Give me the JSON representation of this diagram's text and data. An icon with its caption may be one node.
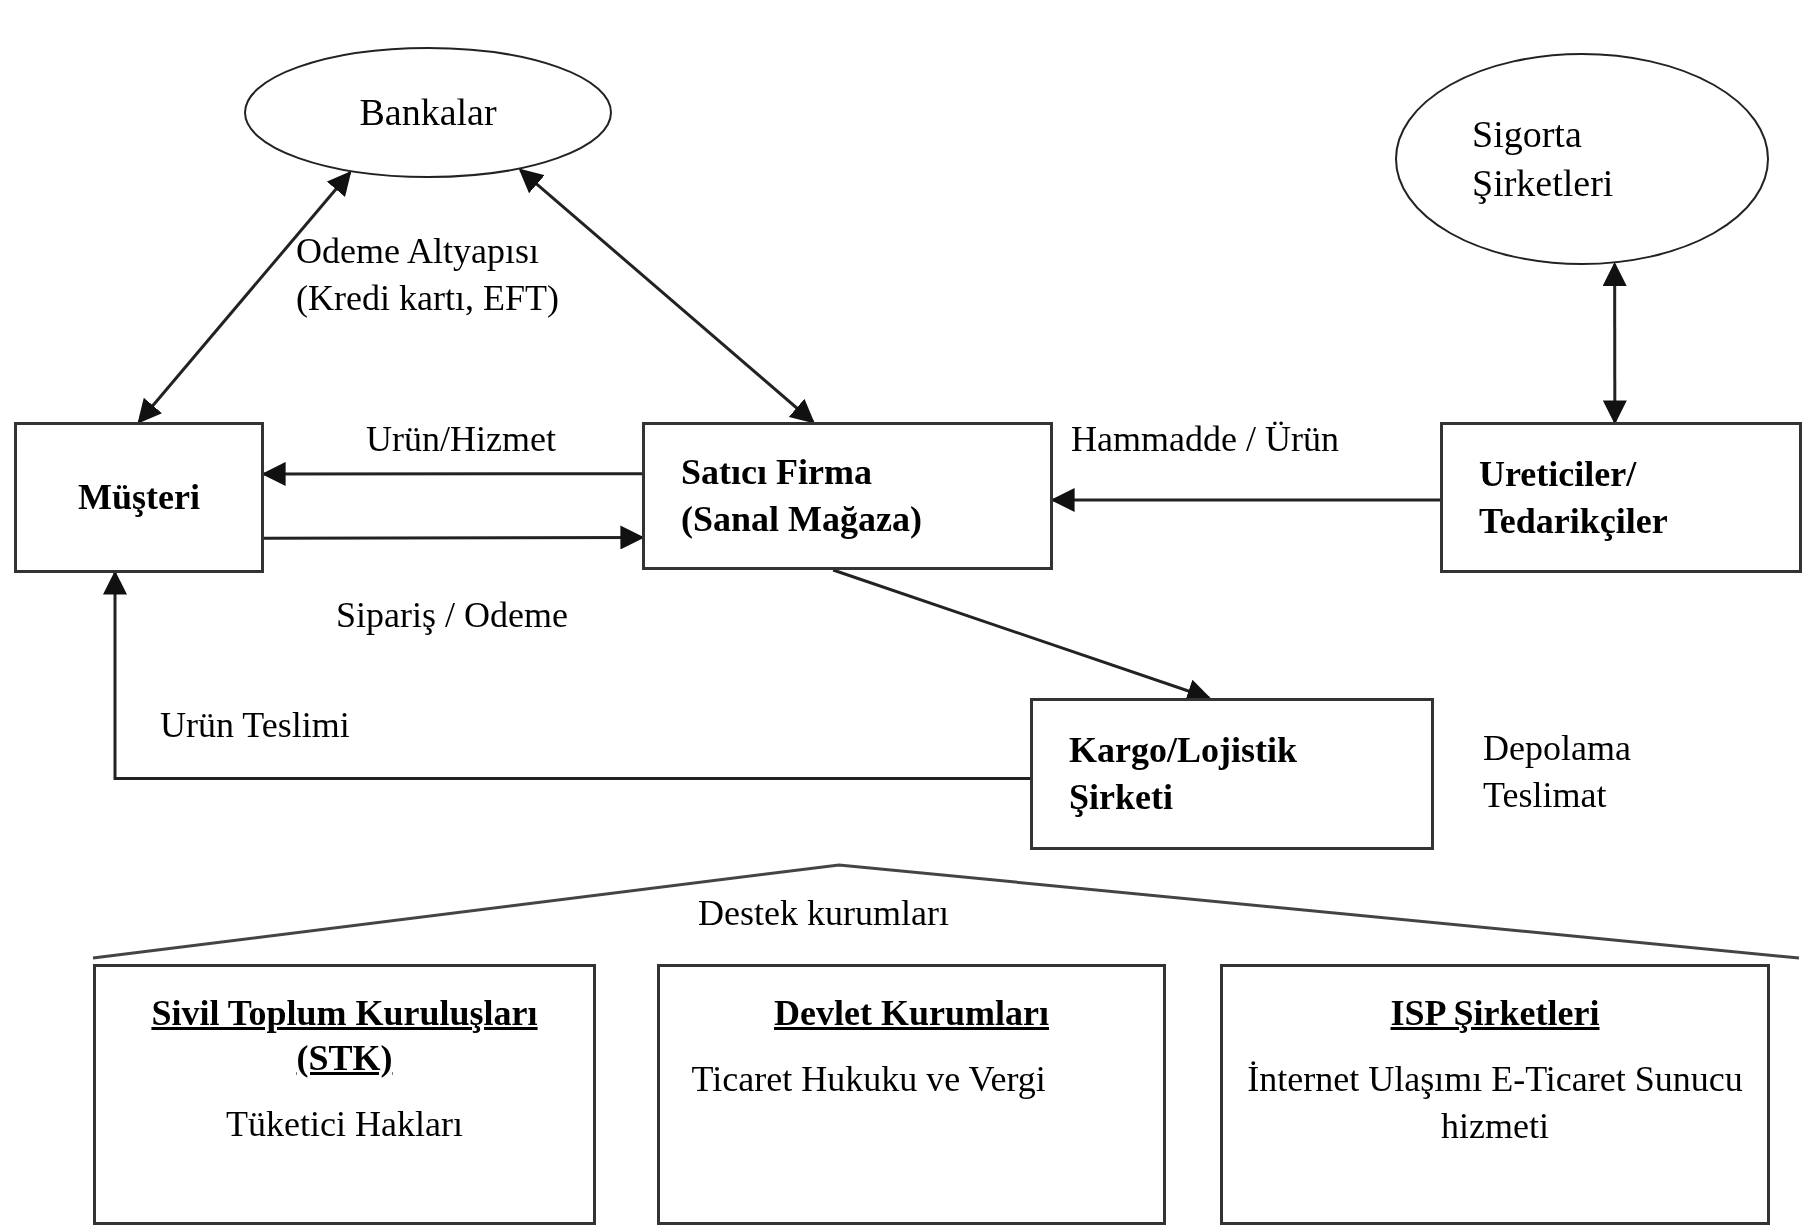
{
  "diagram": {
    "nodes": [
      {
        "text": [
          "Bankalar"
        ]
      },
      {
        "text": [
          "Sigorta Şirketleri"
        ]
      },
      {
        "text": [
          "Müşteri"
        ]
      },
      {
        "text": [
          "Satıcı Firma (Sanal Mağaza)"
        ]
      },
      {
        "text": [
          "Ureticiler/ Tedarikçiler"
        ]
      },
      {
        "text": [
          "Kargo/Lojistik Şirketi"
        ],
        "beside": [
          "Depolama Teslimat"
        ]
      },
      {
        "text": [
          "Sivil Toplum Kuruluşları (STK)",
          "Tüketici Hakları"
        ]
      },
      {
        "text": [
          "Devlet Kurumları",
          "Ticaret Hukuku ve Vergi"
        ]
      },
      {
        "text": [
          "ISP Şirketleri",
          "İnternet Ulaşımı E-Ticaret Sunucu hizmeti"
        ]
      }
    ],
    "edges": [
      {
        "from": 2,
        "to": 0,
        "arrow": "both"
      },
      {
        "from": 3,
        "to": 0,
        "arrow": "both"
      },
      {
        "from": 3,
        "to": 2,
        "arrow": "to",
        "label": "Urün/Hizmet"
      },
      {
        "from": 2,
        "to": 3,
        "arrow": "to",
        "label": "Sipariş / Odeme"
      },
      {
        "from": 4,
        "to": 3,
        "arrow": "to",
        "label": "Hammadde / Ürün"
      },
      {
        "from": 1,
        "to": 4,
        "arrow": "both"
      },
      {
        "from": 3,
        "to": 5,
        "arrow": "to"
      },
      {
        "from": 5,
        "to": 2,
        "arrow": "to",
        "label": "Urün Teslimi"
      }
    ],
    "labels": [
      "Odeme Altyapısı (Kredi kartı, EFT)",
      "Destek kurumları"
    ]
  }
}
